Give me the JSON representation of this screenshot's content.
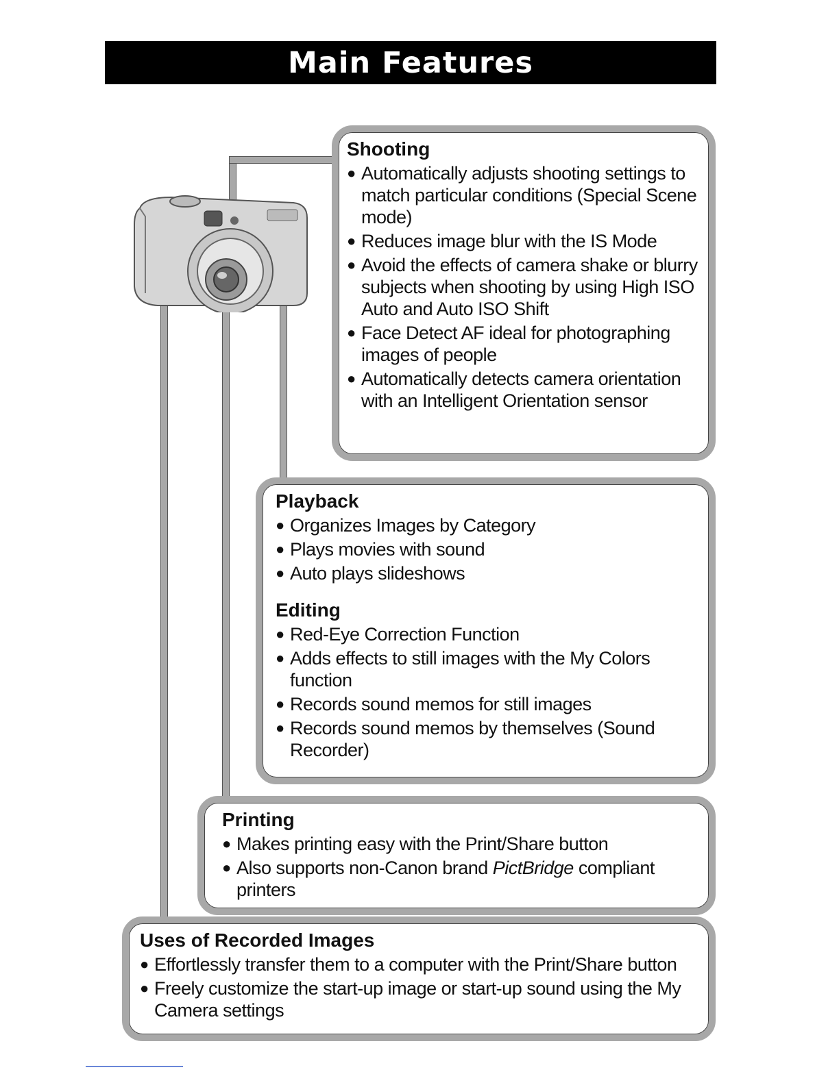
{
  "title": "Main Features",
  "shooting": {
    "heading": "Shooting",
    "items": [
      "Automatically adjusts shooting settings to match particular conditions (Special Scene mode)",
      "Reduces image blur with the IS Mode",
      "Avoid the effects of camera shake or blurry subjects when shooting by using High ISO Auto and Auto ISO Shift",
      "Face Detect AF ideal for photographing images of people",
      "Automatically detects camera orientation with an Intelligent Orientation sensor"
    ]
  },
  "playback": {
    "heading": "Playback",
    "items": [
      "Organizes Images by Category",
      "Plays movies with sound",
      "Auto plays slideshows"
    ]
  },
  "editing": {
    "heading": "Editing",
    "items": [
      "Red-Eye Correction Function",
      "Adds effects to still images with the My Colors function",
      "Records sound memos for still images",
      "Records sound memos by themselves (Sound Recorder)"
    ]
  },
  "printing": {
    "heading": "Printing",
    "items": [
      "Makes printing easy with the Print/Share button"
    ],
    "item2_before": "Also supports non-Canon brand ",
    "item2_italic": "PictBridge",
    "item2_after": " compliant printers"
  },
  "uses": {
    "heading": "Uses of Recorded Images",
    "items": [
      "Effortlessly transfer them to a computer with the Print/Share button",
      "Freely customize the start-up image or start-up sound using the My Camera settings"
    ]
  },
  "camera": {
    "icon": "camera-icon"
  }
}
